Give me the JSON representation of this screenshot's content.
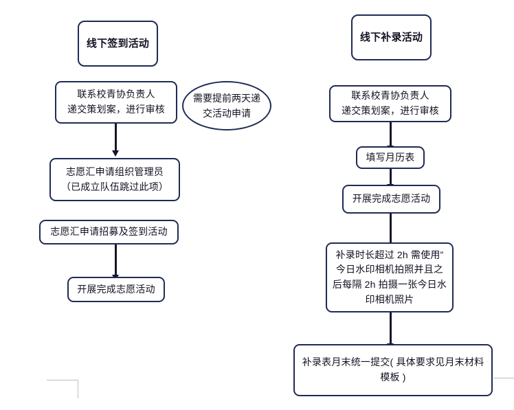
{
  "document": {
    "background_color": "#ffffff",
    "stroke_color": "#1f2a55",
    "connector_color": "#14142b",
    "margin_mark_color": "#bdbdbd",
    "text_color": "#111122"
  },
  "left_flow": {
    "title": "线下签到活动",
    "note": {
      "line1": "需要提前两天递",
      "line2": "交活动申请"
    },
    "steps": [
      {
        "id": "left-step-1",
        "line1": "联系校青协负责人",
        "line2": "递交策划案，进行审核"
      },
      {
        "id": "left-step-2",
        "line1": "志愿汇申请组织管理员",
        "line2": "（已成立队伍跳过此项）"
      },
      {
        "id": "left-step-3",
        "line1": "志愿汇申请招募及签到活动"
      },
      {
        "id": "left-step-4",
        "line1": "开展完成志愿活动"
      }
    ]
  },
  "right_flow": {
    "title": "线下补录活动",
    "steps": [
      {
        "id": "right-step-1",
        "line1": "联系校青协负责人",
        "line2": "递交策划案，进行审核"
      },
      {
        "id": "right-step-2",
        "line1": "填写月历表"
      },
      {
        "id": "right-step-3",
        "line1": "开展完成志愿活动"
      },
      {
        "id": "right-step-4",
        "line1": "补录时长超过 2h 需使用”",
        "line2": "今日水印相机拍照并且之",
        "line3": "后每隔 2h 拍摄一张今日水",
        "line4": "印相机照片"
      },
      {
        "id": "right-step-5",
        "line1": "补录表月末统一提交( 具体要求见月末材料",
        "line2": "模板 )"
      }
    ]
  }
}
